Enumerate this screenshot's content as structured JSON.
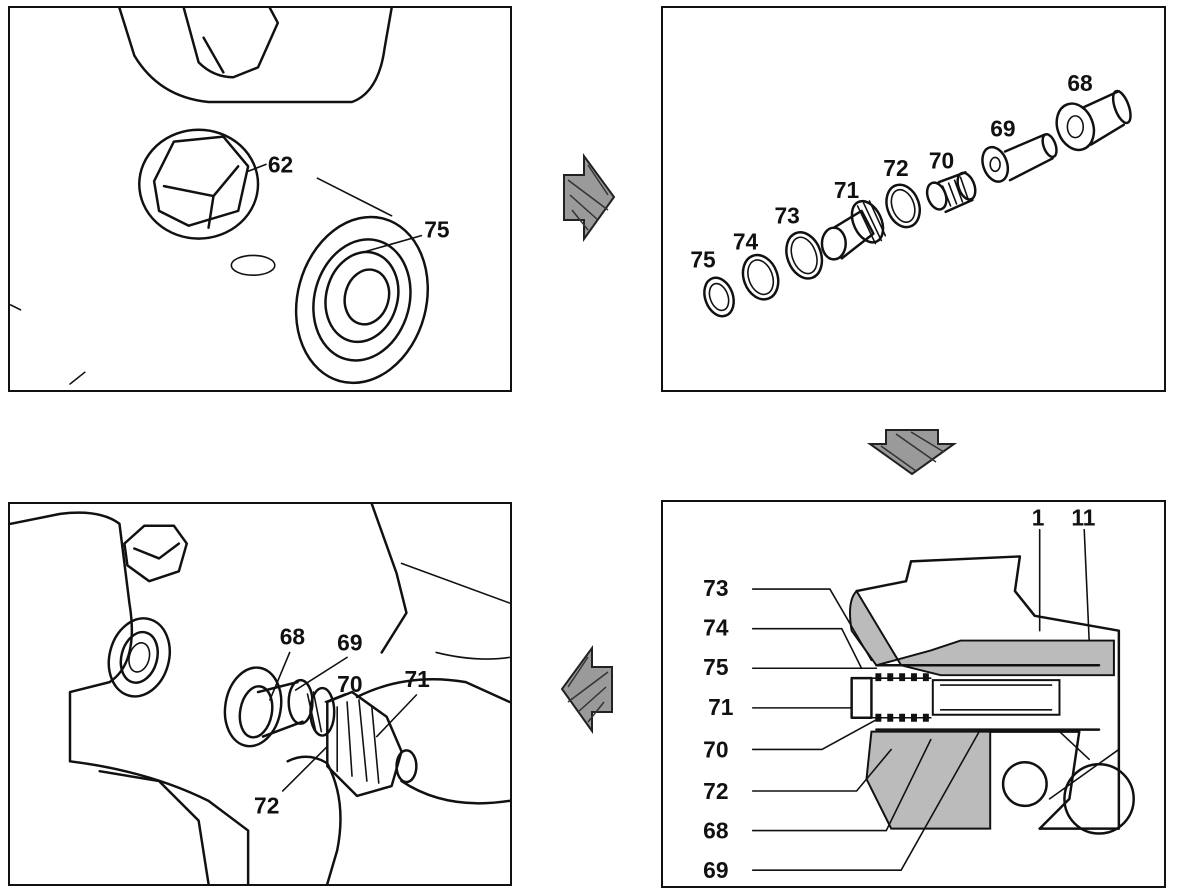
{
  "panels": {
    "top_left": {
      "labels": {
        "l62": "62",
        "l75": "75"
      }
    },
    "top_right": {
      "labels": {
        "l75": "75",
        "l74": "74",
        "l73": "73",
        "l71": "71",
        "l72": "72",
        "l70": "70",
        "l69": "69",
        "l68": "68"
      }
    },
    "bottom_left": {
      "labels": {
        "l68": "68",
        "l69": "69",
        "l70": "70",
        "l71": "71",
        "l72": "72"
      }
    },
    "bottom_right": {
      "labels": {
        "l1": "1",
        "l11": "11",
        "l73": "73",
        "l74": "74",
        "l75": "75",
        "l71": "71",
        "l70": "70",
        "l72": "72",
        "l68": "68",
        "l69": "69"
      }
    }
  },
  "arrows": {
    "top": "right",
    "right": "down",
    "bottom": "left"
  }
}
